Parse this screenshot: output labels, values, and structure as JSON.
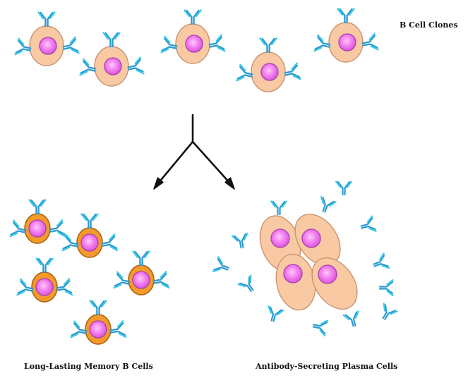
{
  "labels": {
    "b_cell_clones": "B Cell Clones",
    "memory_cells": "Long-Lasting Memory B Cells",
    "plasma_cells": "Antibody-Secreting Plasma Cells"
  },
  "colors": {
    "antibody_blue": "#2a9ad0",
    "antibody_cyan": "#3cc8e6",
    "naive_cell_fill": "#f9c9a3",
    "naive_cell_stroke": "#c9936f",
    "memory_cell_fill": "#f39a2b",
    "memory_cell_stroke": "#a85f10",
    "nucleus_fill": "#f27bf0",
    "nucleus_stroke": "#a83fae",
    "arrow": "#111111"
  },
  "icons": [
    "antibody-icon",
    "b-cell-icon",
    "memory-b-cell-icon",
    "plasma-cell-icon",
    "branch-arrow-icon"
  ]
}
